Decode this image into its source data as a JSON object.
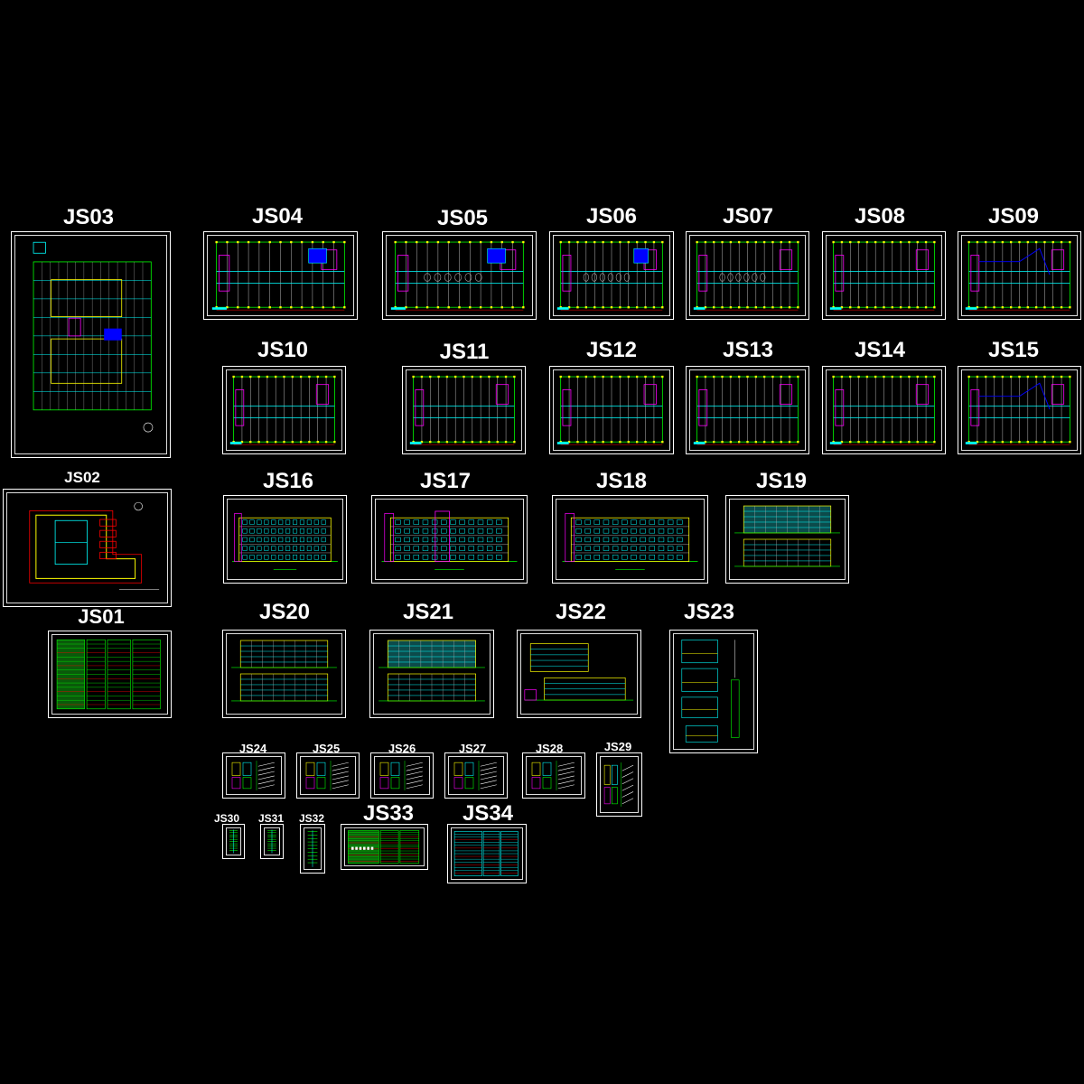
{
  "sheets": [
    {
      "id": "JS01",
      "kind": "table"
    },
    {
      "id": "JS02",
      "kind": "siteplan"
    },
    {
      "id": "JS03",
      "kind": "plan-tall"
    },
    {
      "id": "JS04",
      "kind": "plan"
    },
    {
      "id": "JS05",
      "kind": "plan"
    },
    {
      "id": "JS06",
      "kind": "plan"
    },
    {
      "id": "JS07",
      "kind": "plan"
    },
    {
      "id": "JS08",
      "kind": "plan"
    },
    {
      "id": "JS09",
      "kind": "plan"
    },
    {
      "id": "JS10",
      "kind": "plan"
    },
    {
      "id": "JS11",
      "kind": "plan"
    },
    {
      "id": "JS12",
      "kind": "plan"
    },
    {
      "id": "JS13",
      "kind": "plan"
    },
    {
      "id": "JS14",
      "kind": "plan"
    },
    {
      "id": "JS15",
      "kind": "plan"
    },
    {
      "id": "JS16",
      "kind": "elevation"
    },
    {
      "id": "JS17",
      "kind": "elevation"
    },
    {
      "id": "JS18",
      "kind": "elevation"
    },
    {
      "id": "JS19",
      "kind": "elevation-double"
    },
    {
      "id": "JS20",
      "kind": "elevation-double"
    },
    {
      "id": "JS21",
      "kind": "elevation-double"
    },
    {
      "id": "JS22",
      "kind": "section"
    },
    {
      "id": "JS23",
      "kind": "details"
    },
    {
      "id": "JS24",
      "kind": "stair"
    },
    {
      "id": "JS25",
      "kind": "stair"
    },
    {
      "id": "JS26",
      "kind": "stair"
    },
    {
      "id": "JS27",
      "kind": "stair"
    },
    {
      "id": "JS28",
      "kind": "stair"
    },
    {
      "id": "JS29",
      "kind": "stair"
    },
    {
      "id": "JS30",
      "kind": "strip"
    },
    {
      "id": "JS31",
      "kind": "strip"
    },
    {
      "id": "JS32",
      "kind": "strip"
    },
    {
      "id": "JS33",
      "kind": "table"
    },
    {
      "id": "JS34",
      "kind": "table"
    }
  ],
  "colors": {
    "background": "#000000",
    "label": "#ffffff",
    "frame": "#ffffff",
    "line_green": "#00ff00",
    "line_cyan": "#00ffff",
    "line_yellow": "#ffff00",
    "line_magenta": "#ff00ff",
    "line_red": "#ff0000",
    "line_blue": "#0000ff"
  }
}
